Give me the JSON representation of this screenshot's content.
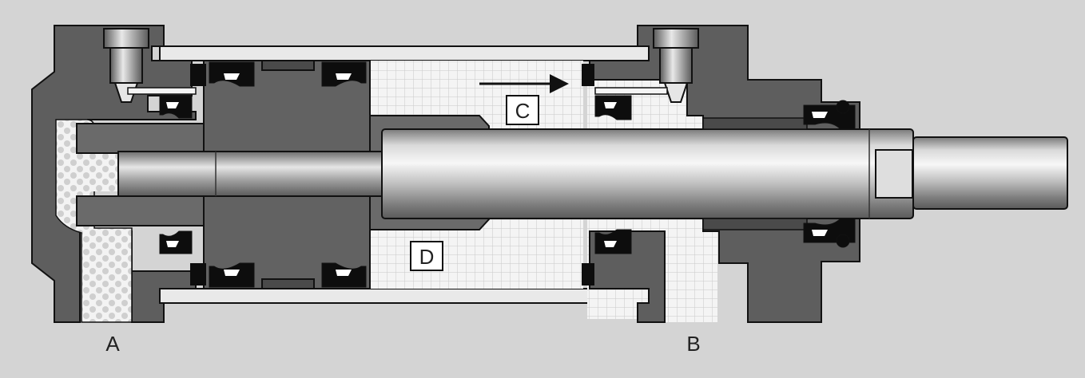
{
  "diagram": {
    "labels": {
      "port_a": "A",
      "port_b": "B",
      "chamber_c": "C",
      "chamber_d": "D"
    },
    "colors": {
      "background": "#d4d4d4",
      "housing": "#5e5e5e",
      "outline": "#111111",
      "air_grid": "#f4f4f4",
      "air_dots": "#f2f2f2",
      "rod_light": "#efefef",
      "rod_dark": "#6f6f6f",
      "seal": "#0d0d0d"
    },
    "motion": {
      "direction": "right",
      "icon": "arrow-right-icon"
    }
  }
}
